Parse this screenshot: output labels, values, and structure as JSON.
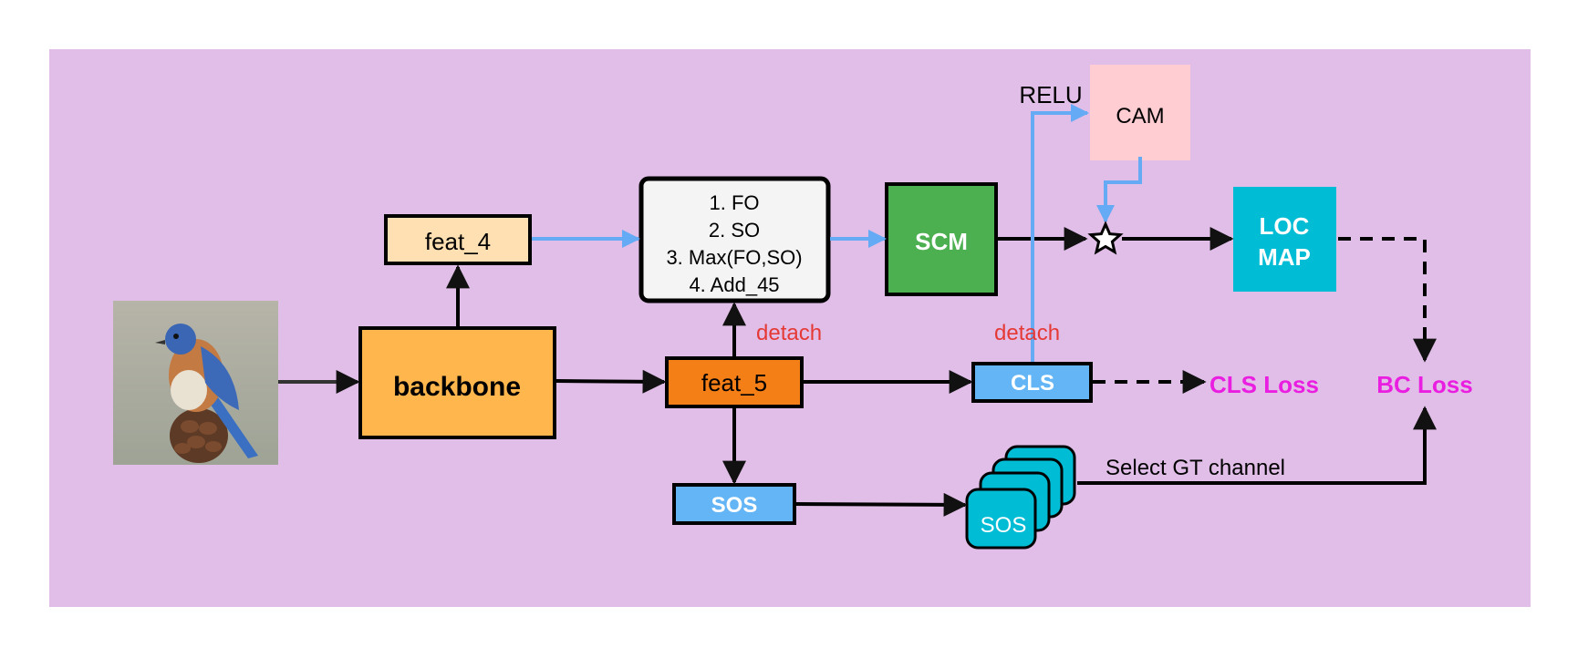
{
  "diagram": {
    "nodes": {
      "feat4": "feat_4",
      "backbone": "backbone",
      "feat5": "feat_5",
      "sos_box": "SOS",
      "ops": [
        "1. FO",
        "2. SO",
        "3. Max(FO,SO)",
        "4. Add_45"
      ],
      "scm": "SCM",
      "cam": "CAM",
      "cls": "CLS",
      "loc_map": [
        "LOC",
        "MAP"
      ],
      "sos_stack": "SOS"
    },
    "labels": {
      "relu": "RELU",
      "detach_ops": "detach",
      "detach_cls": "detach",
      "select_gt": "Select GT channel",
      "cls_loss": "CLS Loss",
      "bc_loss": "BC Loss"
    },
    "colors": {
      "background_panel": "#e1bee7",
      "feat4_fill": "#ffe0b2",
      "backbone_fill": "#ffb74d",
      "feat5_fill": "#f57f17",
      "ops_fill": "#f4f4f4",
      "scm_fill": "#4caf50",
      "cam_fill": "#ffcdd2",
      "cls_fill": "#64b5f6",
      "loc_fill": "#00bcd4",
      "sos_fill": "#64b5f6",
      "sos_stack_fill": "#00bcd4",
      "blue_arrow": "#64aaf5",
      "detach_text": "#e53935",
      "loss_text": "#e91ee0"
    },
    "icons": {
      "input_image": "bluebird-photo-icon",
      "combine_op": "star-icon"
    }
  }
}
